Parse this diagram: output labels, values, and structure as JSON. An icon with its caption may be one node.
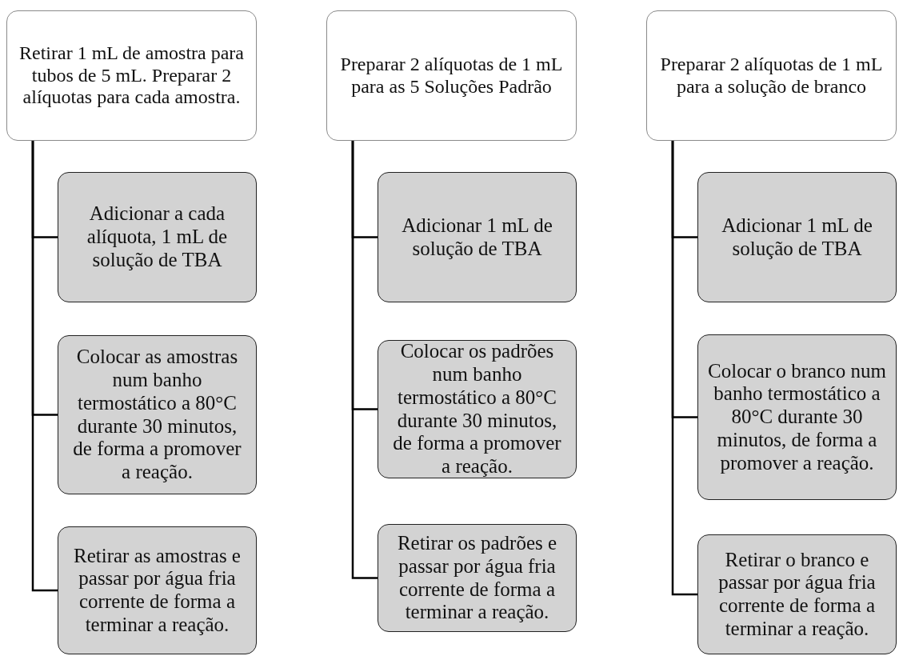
{
  "diagram": {
    "nodes": [
      {
        "text": [
          "Retirar 1 mL de amostra para tubos de 5 mL. Preparar 2 alíquotas para cada amostra."
        ]
      },
      {
        "text": [
          "Adicionar a cada alíquota, 1 mL de solução de TBA"
        ]
      },
      {
        "text": [
          "Colocar as amostras num banho termostático a 80°C durante 30 minutos, de forma a promover a reação."
        ]
      },
      {
        "text": [
          "Retirar as amostras e passar por água fria corrente de forma a terminar a reação."
        ]
      },
      {
        "text": [
          "Preparar 2 alíquotas de 1 mL para as 5 Soluções Padrão"
        ]
      },
      {
        "text": [
          "Adicionar 1 mL de solução de TBA"
        ]
      },
      {
        "text": [
          "Colocar os padrões num banho termostático a 80°C durante 30 minutos, de forma a promover a reação."
        ]
      },
      {
        "text": [
          "Retirar os padrões e passar por água fria corrente de forma a terminar a reação."
        ]
      },
      {
        "text": [
          "Preparar 2 alíquotas de 1 mL para a solução de branco"
        ]
      },
      {
        "text": [
          "Adicionar 1 mL de solução de TBA"
        ]
      },
      {
        "text": [
          "Colocar o branco num banho termostático a 80°C durante 30 minutos, de forma a promover a reação."
        ]
      },
      {
        "text": [
          "Retirar o branco e passar por água fria corrente de forma a terminar a reação."
        ]
      }
    ],
    "edges": [
      {
        "from": 0,
        "to": 1,
        "arrow": "none"
      },
      {
        "from": 0,
        "to": 2,
        "arrow": "none"
      },
      {
        "from": 0,
        "to": 3,
        "arrow": "none"
      },
      {
        "from": 4,
        "to": 5,
        "arrow": "none"
      },
      {
        "from": 4,
        "to": 6,
        "arrow": "none"
      },
      {
        "from": 4,
        "to": 7,
        "arrow": "none"
      },
      {
        "from": 8,
        "to": 9,
        "arrow": "none"
      },
      {
        "from": 8,
        "to": 10,
        "arrow": "none"
      },
      {
        "from": 8,
        "to": 11,
        "arrow": "none"
      }
    ]
  }
}
